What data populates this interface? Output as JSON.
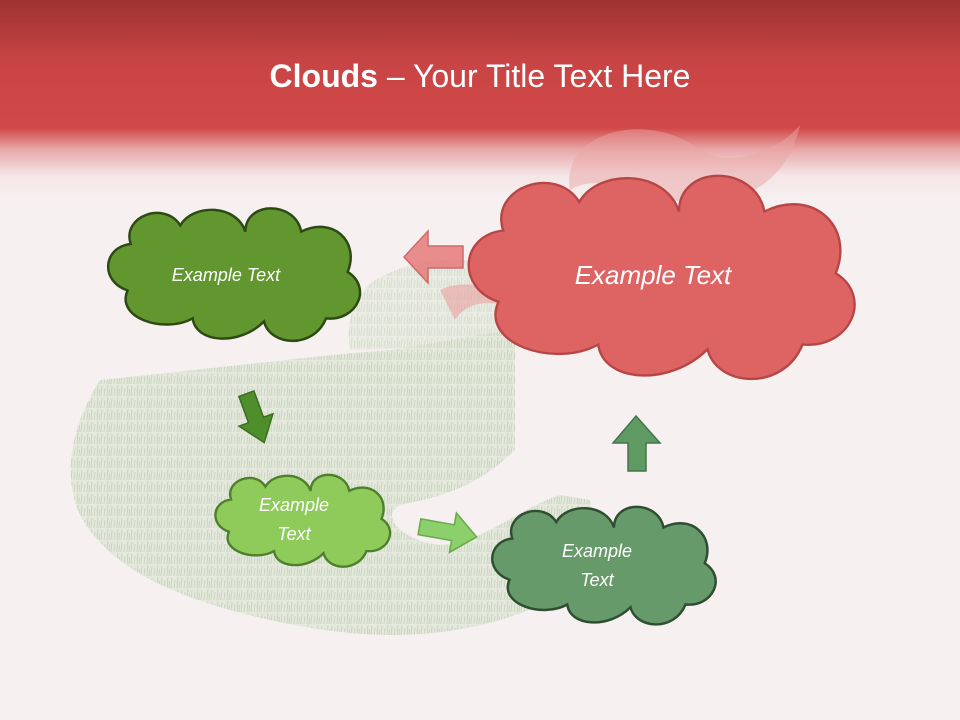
{
  "title": {
    "bold": "Clouds",
    "separator": " – ",
    "rest": "Your Title Text Here"
  },
  "colors": {
    "title_bar": "#c84444",
    "cloud_red": "#de6363",
    "cloud_dark_green": "#62962f",
    "cloud_light_green": "#8ecb5a",
    "cloud_teal_green": "#679a6a",
    "arrow_red": "#e77b7b",
    "arrow_green": "#4e8f2c",
    "arrow_light_green": "#8bd06a",
    "arrow_teal_green": "#5e9a62"
  },
  "clouds": {
    "top_right": [
      "Example Text"
    ],
    "top_left": [
      "Example Text"
    ],
    "bottom_left": [
      "Example",
      "Text"
    ],
    "bottom_right": [
      "Example",
      "Text"
    ]
  },
  "arrows": [
    {
      "name": "arrow-left",
      "direction": "left"
    },
    {
      "name": "arrow-down",
      "direction": "down-right"
    },
    {
      "name": "arrow-right",
      "direction": "right"
    },
    {
      "name": "arrow-up",
      "direction": "up"
    }
  ]
}
